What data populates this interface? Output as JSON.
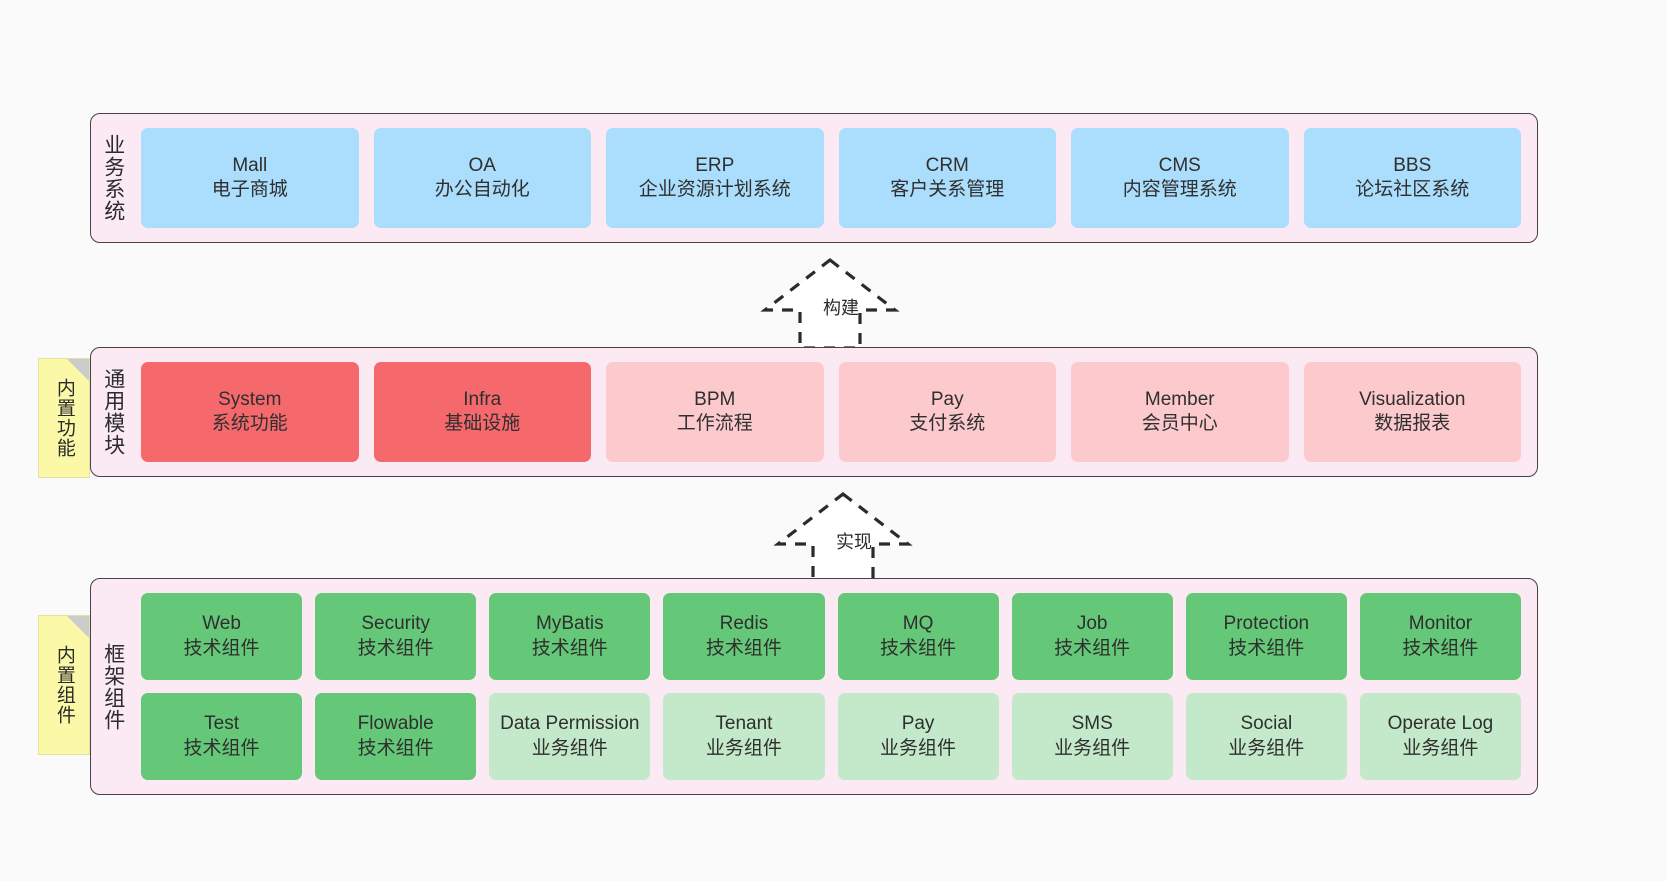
{
  "diagram": {
    "background": "#fafafa",
    "colors": {
      "container_bg": "#fbeaf4",
      "container_border": "#4a4048",
      "business_card": "#abddfc",
      "module_primary": "#f5696d",
      "module_secondary": "#fcc9cd",
      "tech_component": "#65c878",
      "business_component": "#c3e9ca",
      "sticky_note": "#fbf9a8",
      "sticky_fold": "#cccccc"
    }
  },
  "layers": [
    {
      "id": "business-system",
      "title": "业务系统",
      "cards": [
        {
          "en": "Mall",
          "cn": "电子商城"
        },
        {
          "en": "OA",
          "cn": "办公自动化"
        },
        {
          "en": "ERP",
          "cn": "企业资源计划系统"
        },
        {
          "en": "CRM",
          "cn": "客户关系管理"
        },
        {
          "en": "CMS",
          "cn": "内容管理系统"
        },
        {
          "en": "BBS",
          "cn": "论坛社区系统"
        }
      ]
    },
    {
      "id": "common-module",
      "title": "通用模块",
      "sticky": "内置功能",
      "cards": [
        {
          "en": "System",
          "cn": "系统功能",
          "tone": "primary"
        },
        {
          "en": "Infra",
          "cn": "基础设施",
          "tone": "primary"
        },
        {
          "en": "BPM",
          "cn": "工作流程",
          "tone": "secondary"
        },
        {
          "en": "Pay",
          "cn": "支付系统",
          "tone": "secondary"
        },
        {
          "en": "Member",
          "cn": "会员中心",
          "tone": "secondary"
        },
        {
          "en": "Visualization",
          "cn": "数据报表",
          "tone": "secondary"
        }
      ]
    },
    {
      "id": "framework-component",
      "title": "框架组件",
      "sticky": "内置组件",
      "cards": [
        {
          "en": "Web",
          "cn": "技术组件",
          "tone": "tech"
        },
        {
          "en": "Security",
          "cn": "技术组件",
          "tone": "tech"
        },
        {
          "en": "MyBatis",
          "cn": "技术组件",
          "tone": "tech"
        },
        {
          "en": "Redis",
          "cn": "技术组件",
          "tone": "tech"
        },
        {
          "en": "MQ",
          "cn": "技术组件",
          "tone": "tech"
        },
        {
          "en": "Job",
          "cn": "技术组件",
          "tone": "tech"
        },
        {
          "en": "Protection",
          "cn": "技术组件",
          "tone": "tech"
        },
        {
          "en": "Monitor",
          "cn": "技术组件",
          "tone": "tech"
        },
        {
          "en": "Test",
          "cn": "技术组件",
          "tone": "tech"
        },
        {
          "en": "Flowable",
          "cn": "技术组件",
          "tone": "tech"
        },
        {
          "en": "Data Permission",
          "cn": "业务组件",
          "tone": "business"
        },
        {
          "en": "Tenant",
          "cn": "业务组件",
          "tone": "business"
        },
        {
          "en": "Pay",
          "cn": "业务组件",
          "tone": "business"
        },
        {
          "en": "SMS",
          "cn": "业务组件",
          "tone": "business"
        },
        {
          "en": "Social",
          "cn": "业务组件",
          "tone": "business"
        },
        {
          "en": "Operate Log",
          "cn": "业务组件",
          "tone": "business"
        }
      ]
    }
  ],
  "connectors": [
    {
      "id": "build",
      "label": "构建",
      "style": "dashed-generalization"
    },
    {
      "id": "implement",
      "label": "实现",
      "style": "dashed-generalization"
    }
  ]
}
